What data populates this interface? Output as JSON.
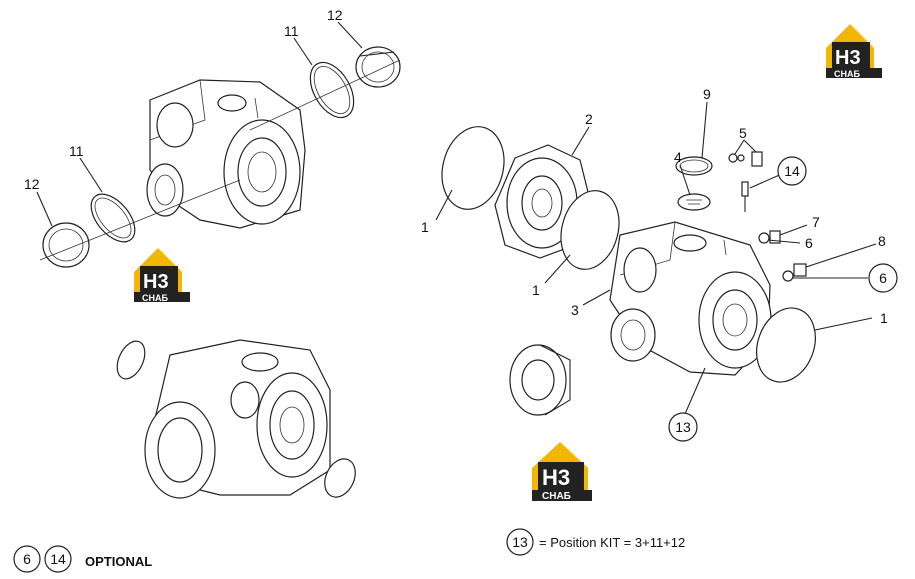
{
  "callouts": {
    "c1a": "1",
    "c1b": "1",
    "c1c": "1",
    "c2": "2",
    "c3": "3",
    "c4": "4",
    "c5": "5",
    "c6a": "6",
    "c6b": "6",
    "c7": "7",
    "c8": "8",
    "c9": "9",
    "c11a": "11",
    "c11b": "11",
    "c12a": "12",
    "c12b": "12",
    "c13": "13",
    "c14": "14"
  },
  "footer": {
    "optional_a": "6",
    "optional_b": "14",
    "optional_label": "OPTIONAL",
    "kit_num": "13",
    "kit_text": "= Position KIT = 3+11+12"
  },
  "logo": {
    "mark": "H3",
    "sub": "СНАБ",
    "colors": {
      "accent": "#f2b705",
      "dark": "#222222"
    }
  }
}
